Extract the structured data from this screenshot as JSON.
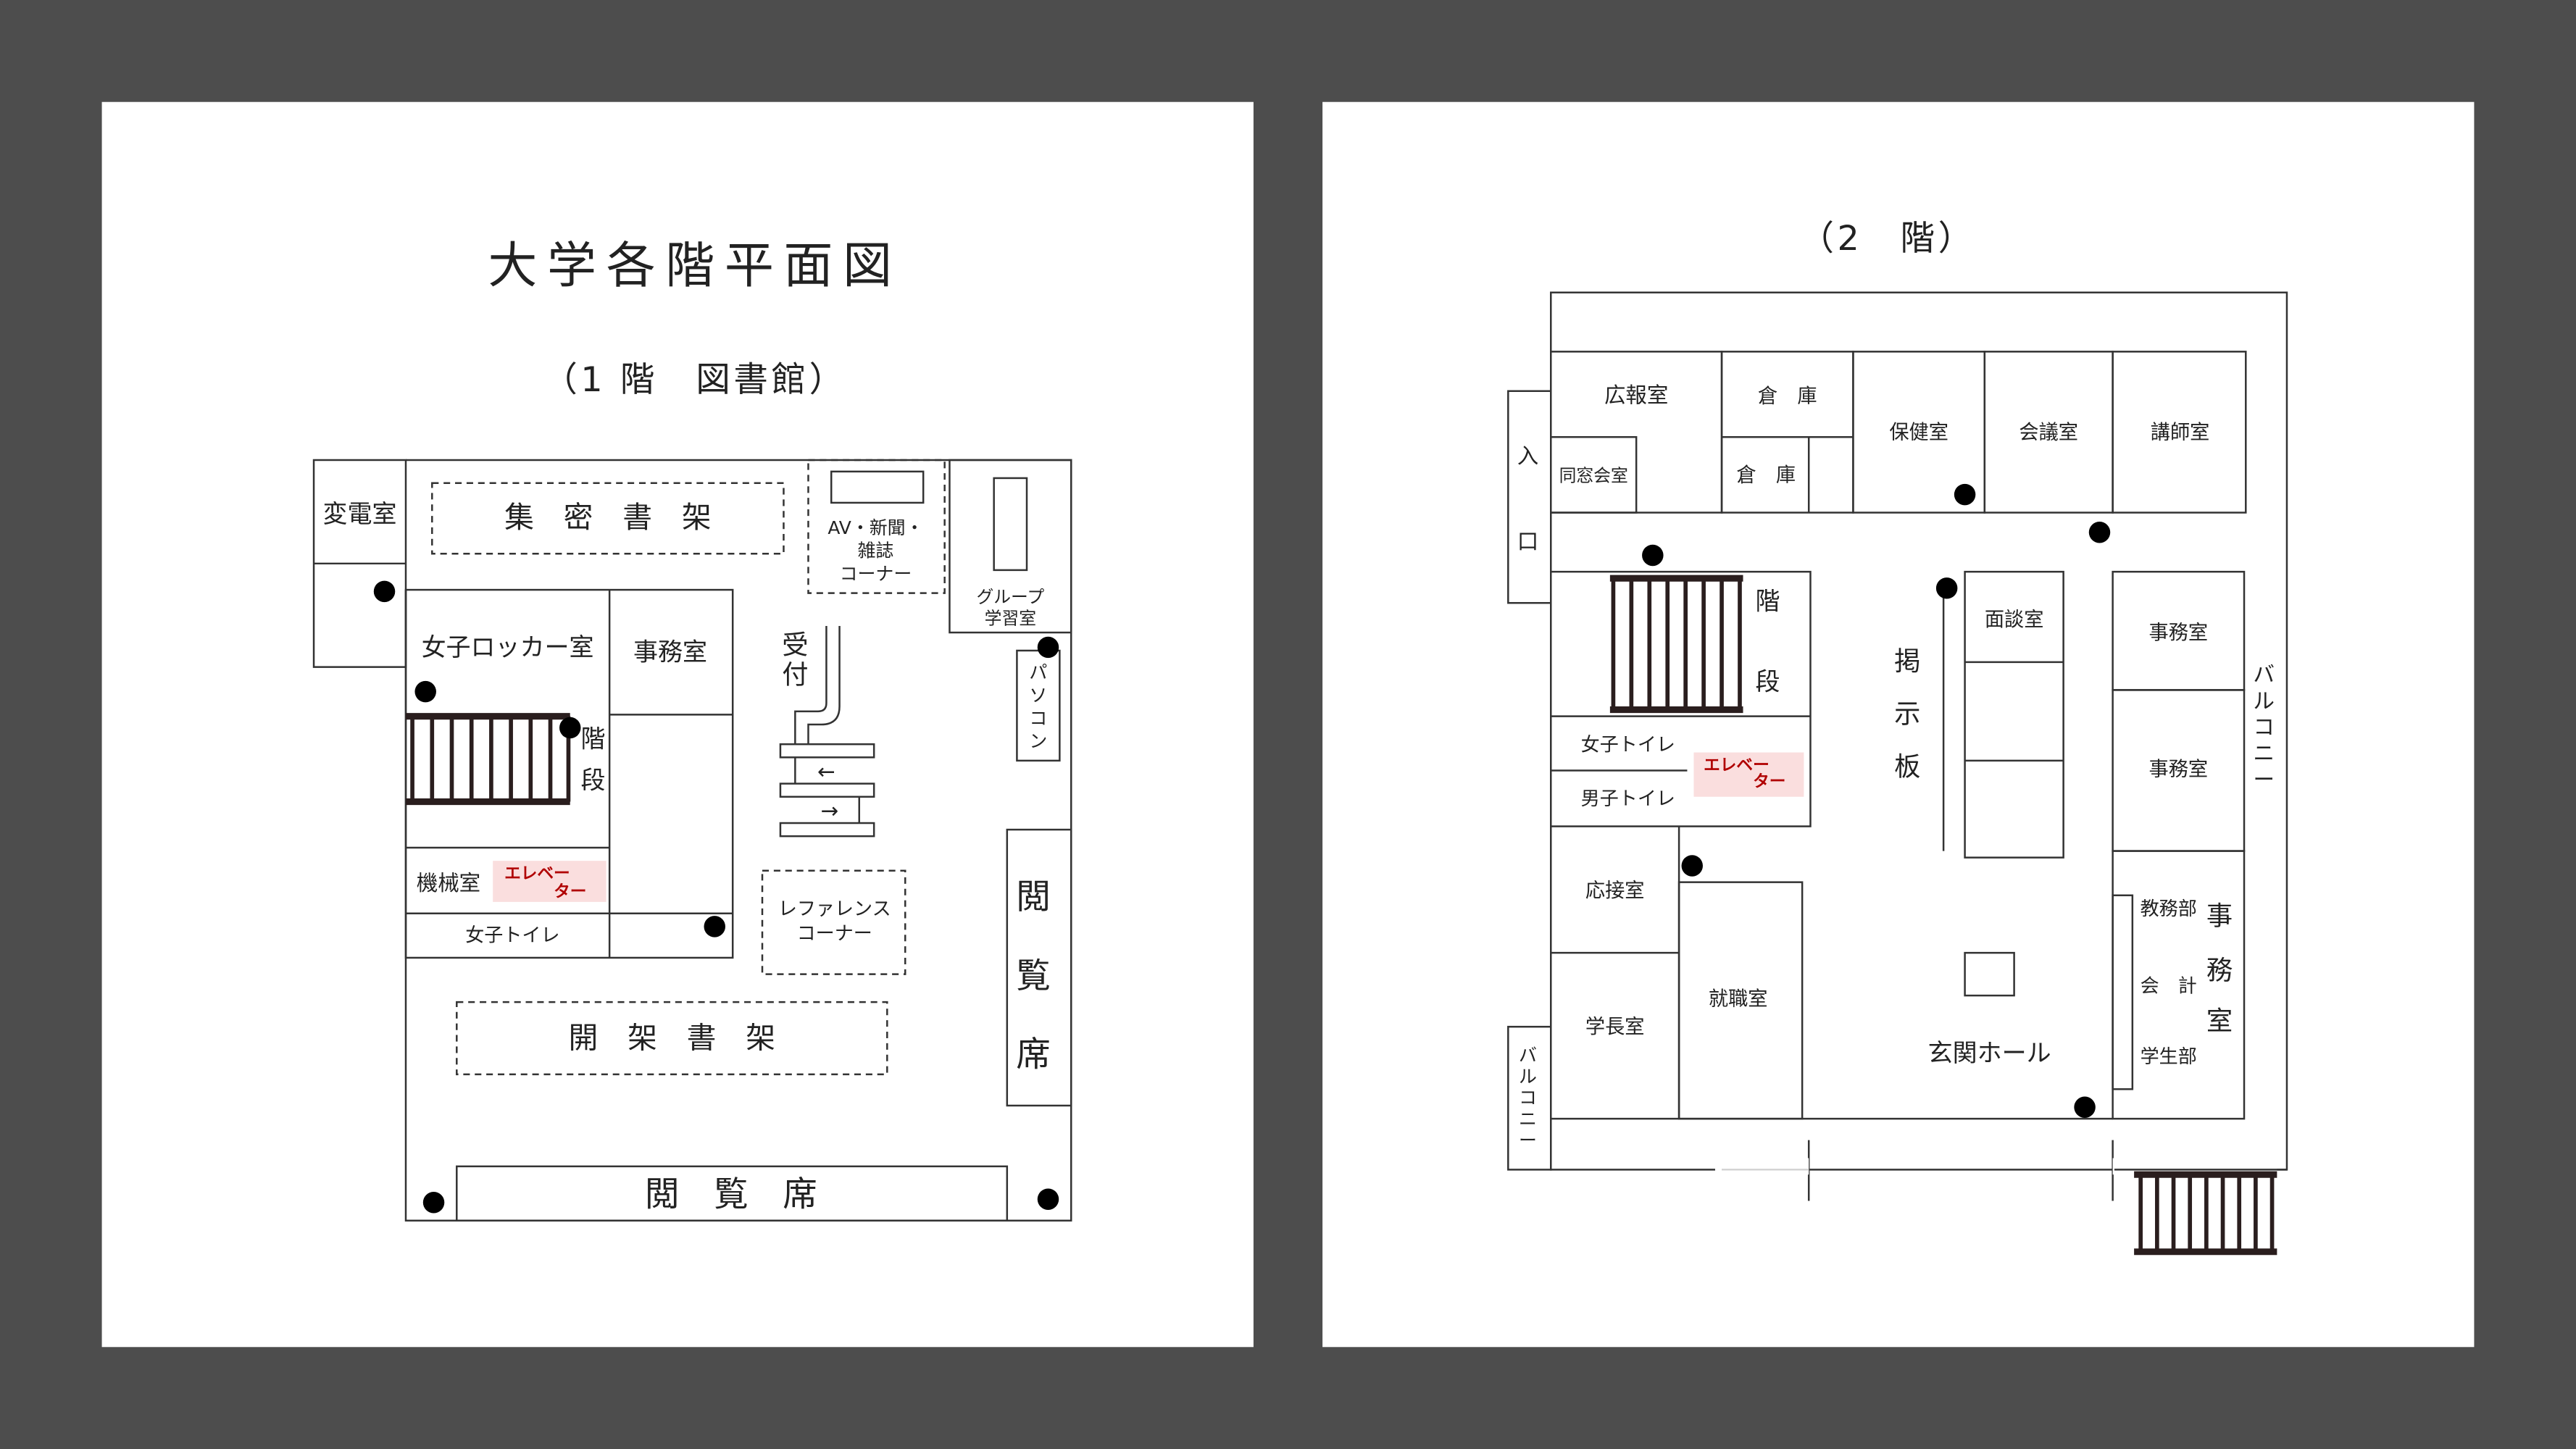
{
  "page_title": "大学各階平面図",
  "floor1": {
    "subtitle": "（1 階　図書館）",
    "rooms": {
      "substation": "変電室",
      "dense_stacks": "集　密　書　架",
      "av_line1": "AV・新聞・",
      "av_line2": "雑誌",
      "av_line3": "コーナー",
      "group_line1": "グループ",
      "group_line2": "学習室",
      "locker": "女子ロッカー室",
      "office": "事務室",
      "stairs": [
        "階",
        "段"
      ],
      "reception": [
        "受",
        "付"
      ],
      "pc": [
        "パ",
        "ソ",
        "コ",
        "ン"
      ],
      "machine": "機械室",
      "elevator_line1": "エレベー",
      "elevator_line2": "ター",
      "womens_toilet": "女子トイレ",
      "reference_line1": "レファレンス",
      "reference_line2": "コーナー",
      "reading_side": [
        "閲",
        "覧",
        "席"
      ],
      "open_stacks": "開　架　書　架",
      "reading_bottom": "閲　覧　席",
      "arrow_left": "←",
      "arrow_right": "→"
    }
  },
  "floor2": {
    "subtitle": "（2　階）",
    "rooms": {
      "entrance": [
        "入",
        "口"
      ],
      "pr": "広報室",
      "alumni": "同窓会室",
      "storage1": "倉　庫",
      "storage2": "倉　庫",
      "health": "保健室",
      "meeting": "会議室",
      "lecturer": "講師室",
      "stairs": [
        "階",
        "段"
      ],
      "board": [
        "掲",
        "示",
        "板"
      ],
      "interview": "面談室",
      "office1": "事務室",
      "office2": "事務室",
      "balcony_right": [
        "バ",
        "ル",
        "コ",
        "ニ",
        "ー"
      ],
      "womens_toilet": "女子トイレ",
      "mens_toilet": "男子トイレ",
      "elevator_line1": "エレベー",
      "elevator_line2": "ター",
      "reception_room": "応接室",
      "career": "就職室",
      "president": "学長室",
      "academic": "教務部",
      "accounting": "会　計",
      "student": "学生部",
      "office_big": [
        "事",
        "務",
        "室"
      ],
      "hall": "玄関ホール",
      "balcony_left": [
        "バ",
        "ル",
        "コ",
        "ニ",
        "ー"
      ]
    }
  }
}
